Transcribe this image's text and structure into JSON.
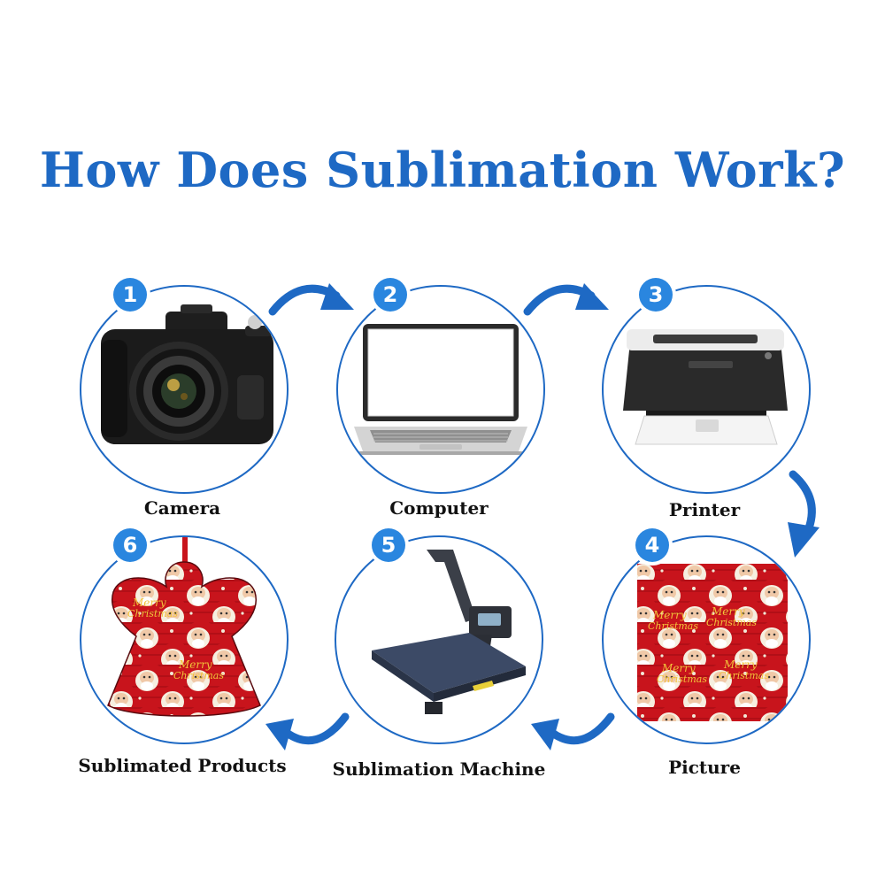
{
  "title": "How Does Sublimation Work?",
  "colors": {
    "title": "#1e69c4",
    "accent": "#1e69c4",
    "badge": "#2a86df"
  },
  "steps": [
    {
      "number": "1",
      "label": "Camera",
      "icon": "camera-image"
    },
    {
      "number": "2",
      "label": "Computer",
      "icon": "laptop-image"
    },
    {
      "number": "3",
      "label": "Printer",
      "icon": "printer-image"
    },
    {
      "number": "4",
      "label": "Picture",
      "icon": "santa-pattern-image"
    },
    {
      "number": "5",
      "label": "Sublimation Machine",
      "icon": "heat-press-image"
    },
    {
      "number": "6",
      "label": "Sublimated Products",
      "icon": "angel-ornament-image"
    }
  ],
  "pattern_text": {
    "line1": "Merry",
    "line2": "Christmas"
  }
}
